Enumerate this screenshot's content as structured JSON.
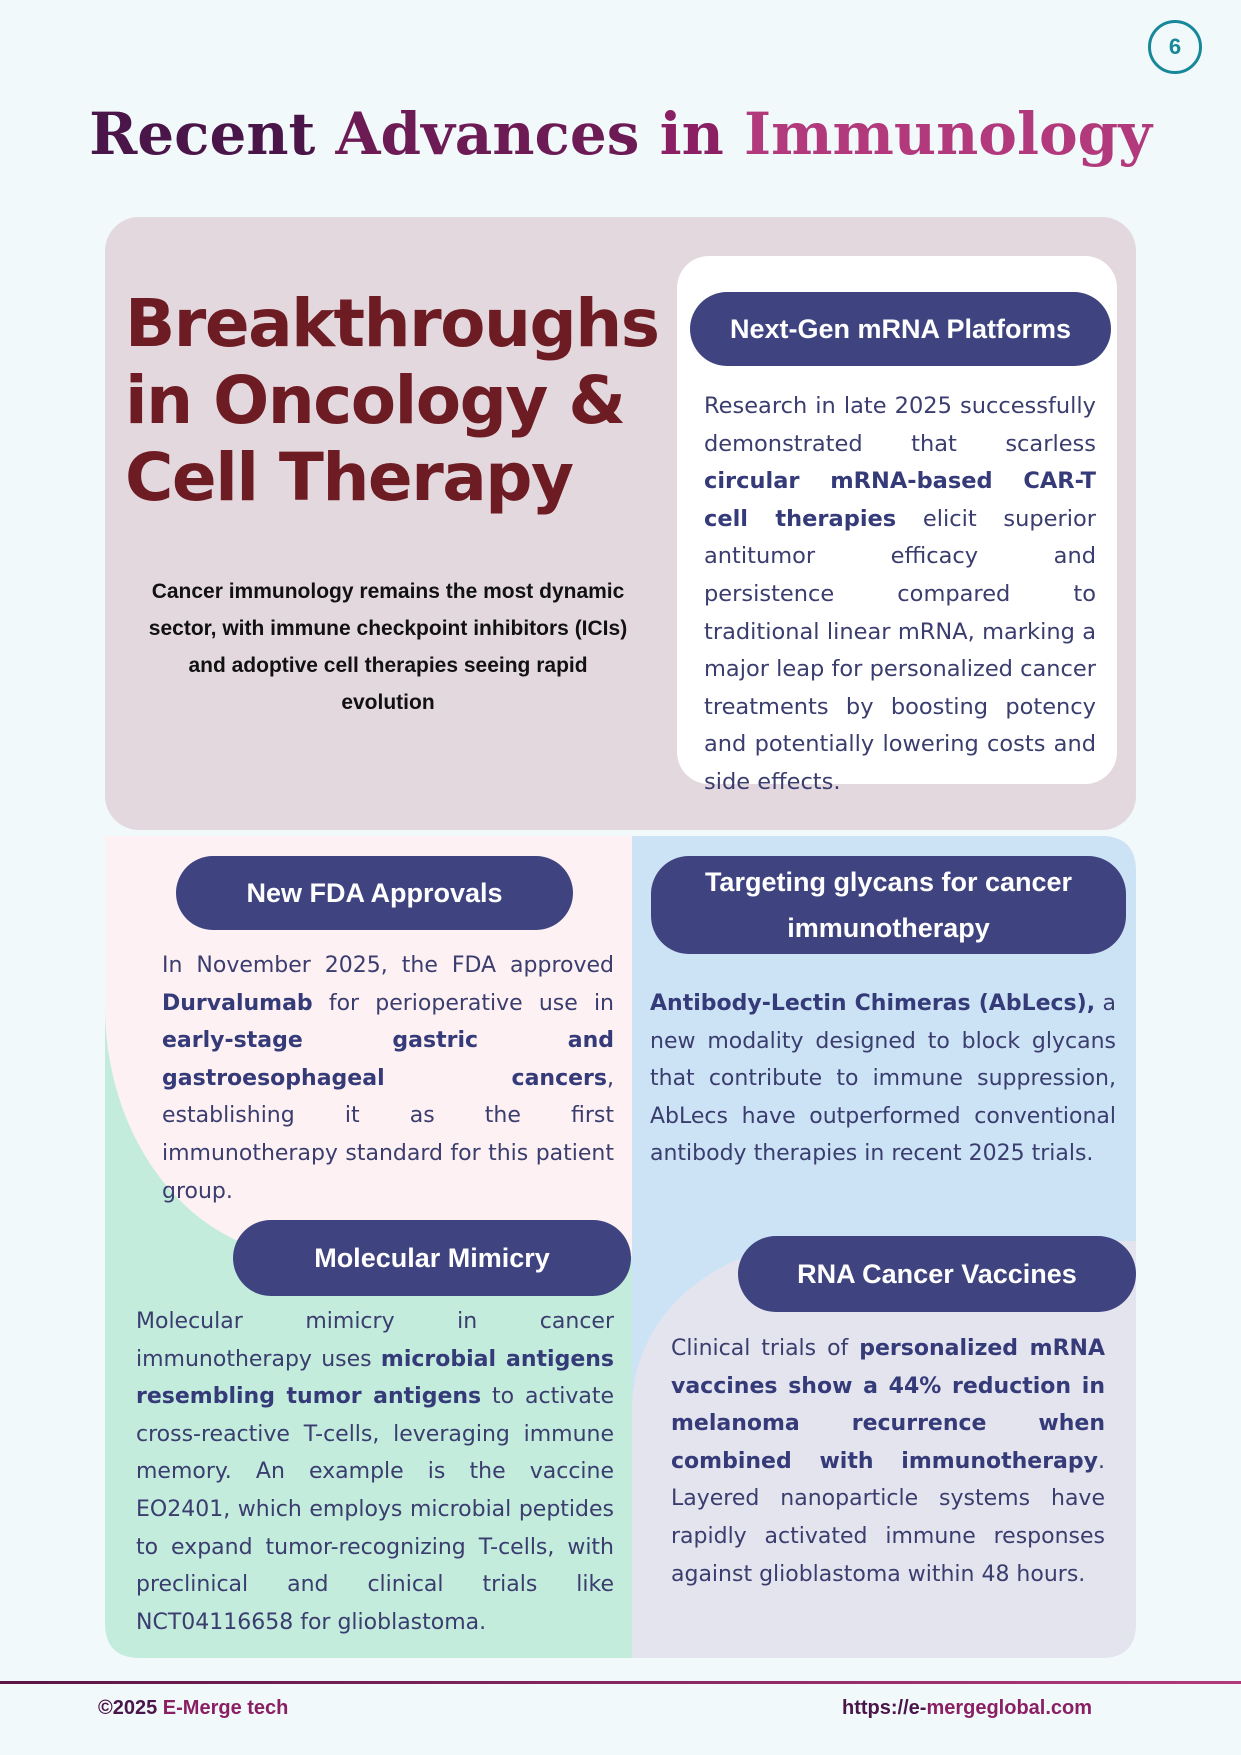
{
  "page_number": "6",
  "title": {
    "word1": "Recent",
    "word2": "Advances",
    "word3": "in",
    "word4": "Immunology"
  },
  "hero": {
    "line1": "Breakthroughs",
    "line2": "in Oncology &",
    "line3": "Cell Therapy",
    "subtext": "Cancer immunology remains the most dynamic sector, with immune checkpoint inhibitors (ICIs) and adoptive cell therapies seeing rapid evolution"
  },
  "mrna": {
    "heading": "Next-Gen mRNA Platforms",
    "text_1": "Research in late 2025 successfully demonstrated that scarless ",
    "bold_1": "circular mRNA-based CAR-T cell therapies",
    "text_2": " elicit superior antitumor efficacy and persistence compared to traditional linear mRNA, marking a major leap for personalized cancer treatments by boosting potency and potentially lowering costs and side effects."
  },
  "fda": {
    "heading": "New FDA Approvals",
    "text_1": "In November 2025, the FDA approved ",
    "bold_1": "Durvalumab",
    "text_2": " for perioperative use in ",
    "bold_2": "early-stage gastric and gastroesophageal cancers",
    "text_3": ", establishing it as the first immunotherapy standard for this patient group."
  },
  "glycans": {
    "heading": "Targeting glycans for cancer immunotherapy",
    "bold_1": "Antibody-Lectin Chimeras (AbLecs),",
    "text_1": " a new modality designed to block glycans that contribute to immune suppression, AbLecs have outperformed conventional antibody therapies in recent 2025 trials."
  },
  "mimicry": {
    "heading": "Molecular Mimicry",
    "text_1": "Molecular mimicry in cancer immunotherapy uses ",
    "bold_1": "microbial antigens resembling tumor antigens",
    "text_2": " to activate cross-reactive T-cells, leveraging immune memory. An example is the vaccine EO2401, which employs microbial peptides to expand tumor-recognizing T-cells, with preclinical and clinical trials like NCT04116658 for glioblastoma."
  },
  "vaccines": {
    "heading": "RNA Cancer Vaccines",
    "text_1": "Clinical trials of ",
    "bold_1": "personalized mRNA vaccines show a 44% reduction in melanoma recurrence when combined with immunotherapy",
    "text_2": ". Layered nanoparticle systems have rapidly activated immune responses against glioblastoma within 48 hours."
  },
  "footer": {
    "copyright": "©2025",
    "brand": " E-Merge tech",
    "url_part1": "https://e-",
    "url_part2": "mergeglobal.com"
  },
  "colors": {
    "background": "#f1f9fb",
    "title_dark": "#4a1548",
    "title_light": "#b23a7c",
    "hero": "#6e1c23",
    "pill": "#3f4480",
    "body_text": "#3a3d6e",
    "panel_mauve": "#e4d8df",
    "panel_pink": "#fdf1f3",
    "panel_mint": "#c3ecdd",
    "panel_blue": "#cce3f6",
    "panel_lavender": "#e4e4ee",
    "accent_teal": "#17889a"
  }
}
